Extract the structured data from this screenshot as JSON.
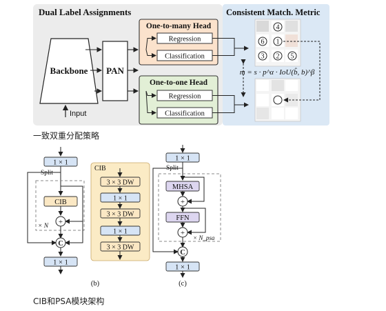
{
  "fig1": {
    "panel_title": "Dual Label Assignments",
    "metric_title": "Consistent Match. Metric",
    "backbone": "Backbone",
    "pan": "PAN",
    "input": "Input",
    "o2m_head": "One-to-many Head",
    "o2o_head": "One-to-one Head",
    "regression": "Regression",
    "classification": "Classification",
    "rank_numbers": [
      "4",
      "6",
      "1",
      "3",
      "2",
      "5"
    ],
    "formula": "m = s · p^α · IoU(b̂, b)^β",
    "colors": {
      "panel_bg": "#ececec",
      "metric_bg": "#dbe8f5",
      "o2m_bg": "#fbe2cc",
      "o2o_bg": "#e2efd6",
      "head_border": "#333333"
    }
  },
  "caption1": "一致双重分配策略",
  "fig2": {
    "b": {
      "conv_top": "1 × 1",
      "split": "Split",
      "cib": "CIB",
      "times_n": "× N",
      "concat": "C",
      "conv_bottom": "1 × 1",
      "label": "(b)"
    },
    "cib_block": {
      "title": "CIB",
      "layers": [
        "3 × 3 DW",
        "1 × 1",
        "3 × 3 DW",
        "1 × 1",
        "3 × 3 DW"
      ]
    },
    "c": {
      "conv_top": "1 × 1",
      "split": "Split",
      "mhsa": "MHSA",
      "ffn": "FFN",
      "times_npsa": "× N_psa",
      "concat": "C",
      "conv_bottom": "1 × 1",
      "label": "(c)"
    },
    "colors": {
      "conv_fill": "#d6e4f5",
      "cib_fill": "#fbe8c4",
      "cib_panel": "#fbebc5",
      "psa_fill": "#ddd6f0"
    }
  },
  "caption2": "CIB和PSA模块架构"
}
